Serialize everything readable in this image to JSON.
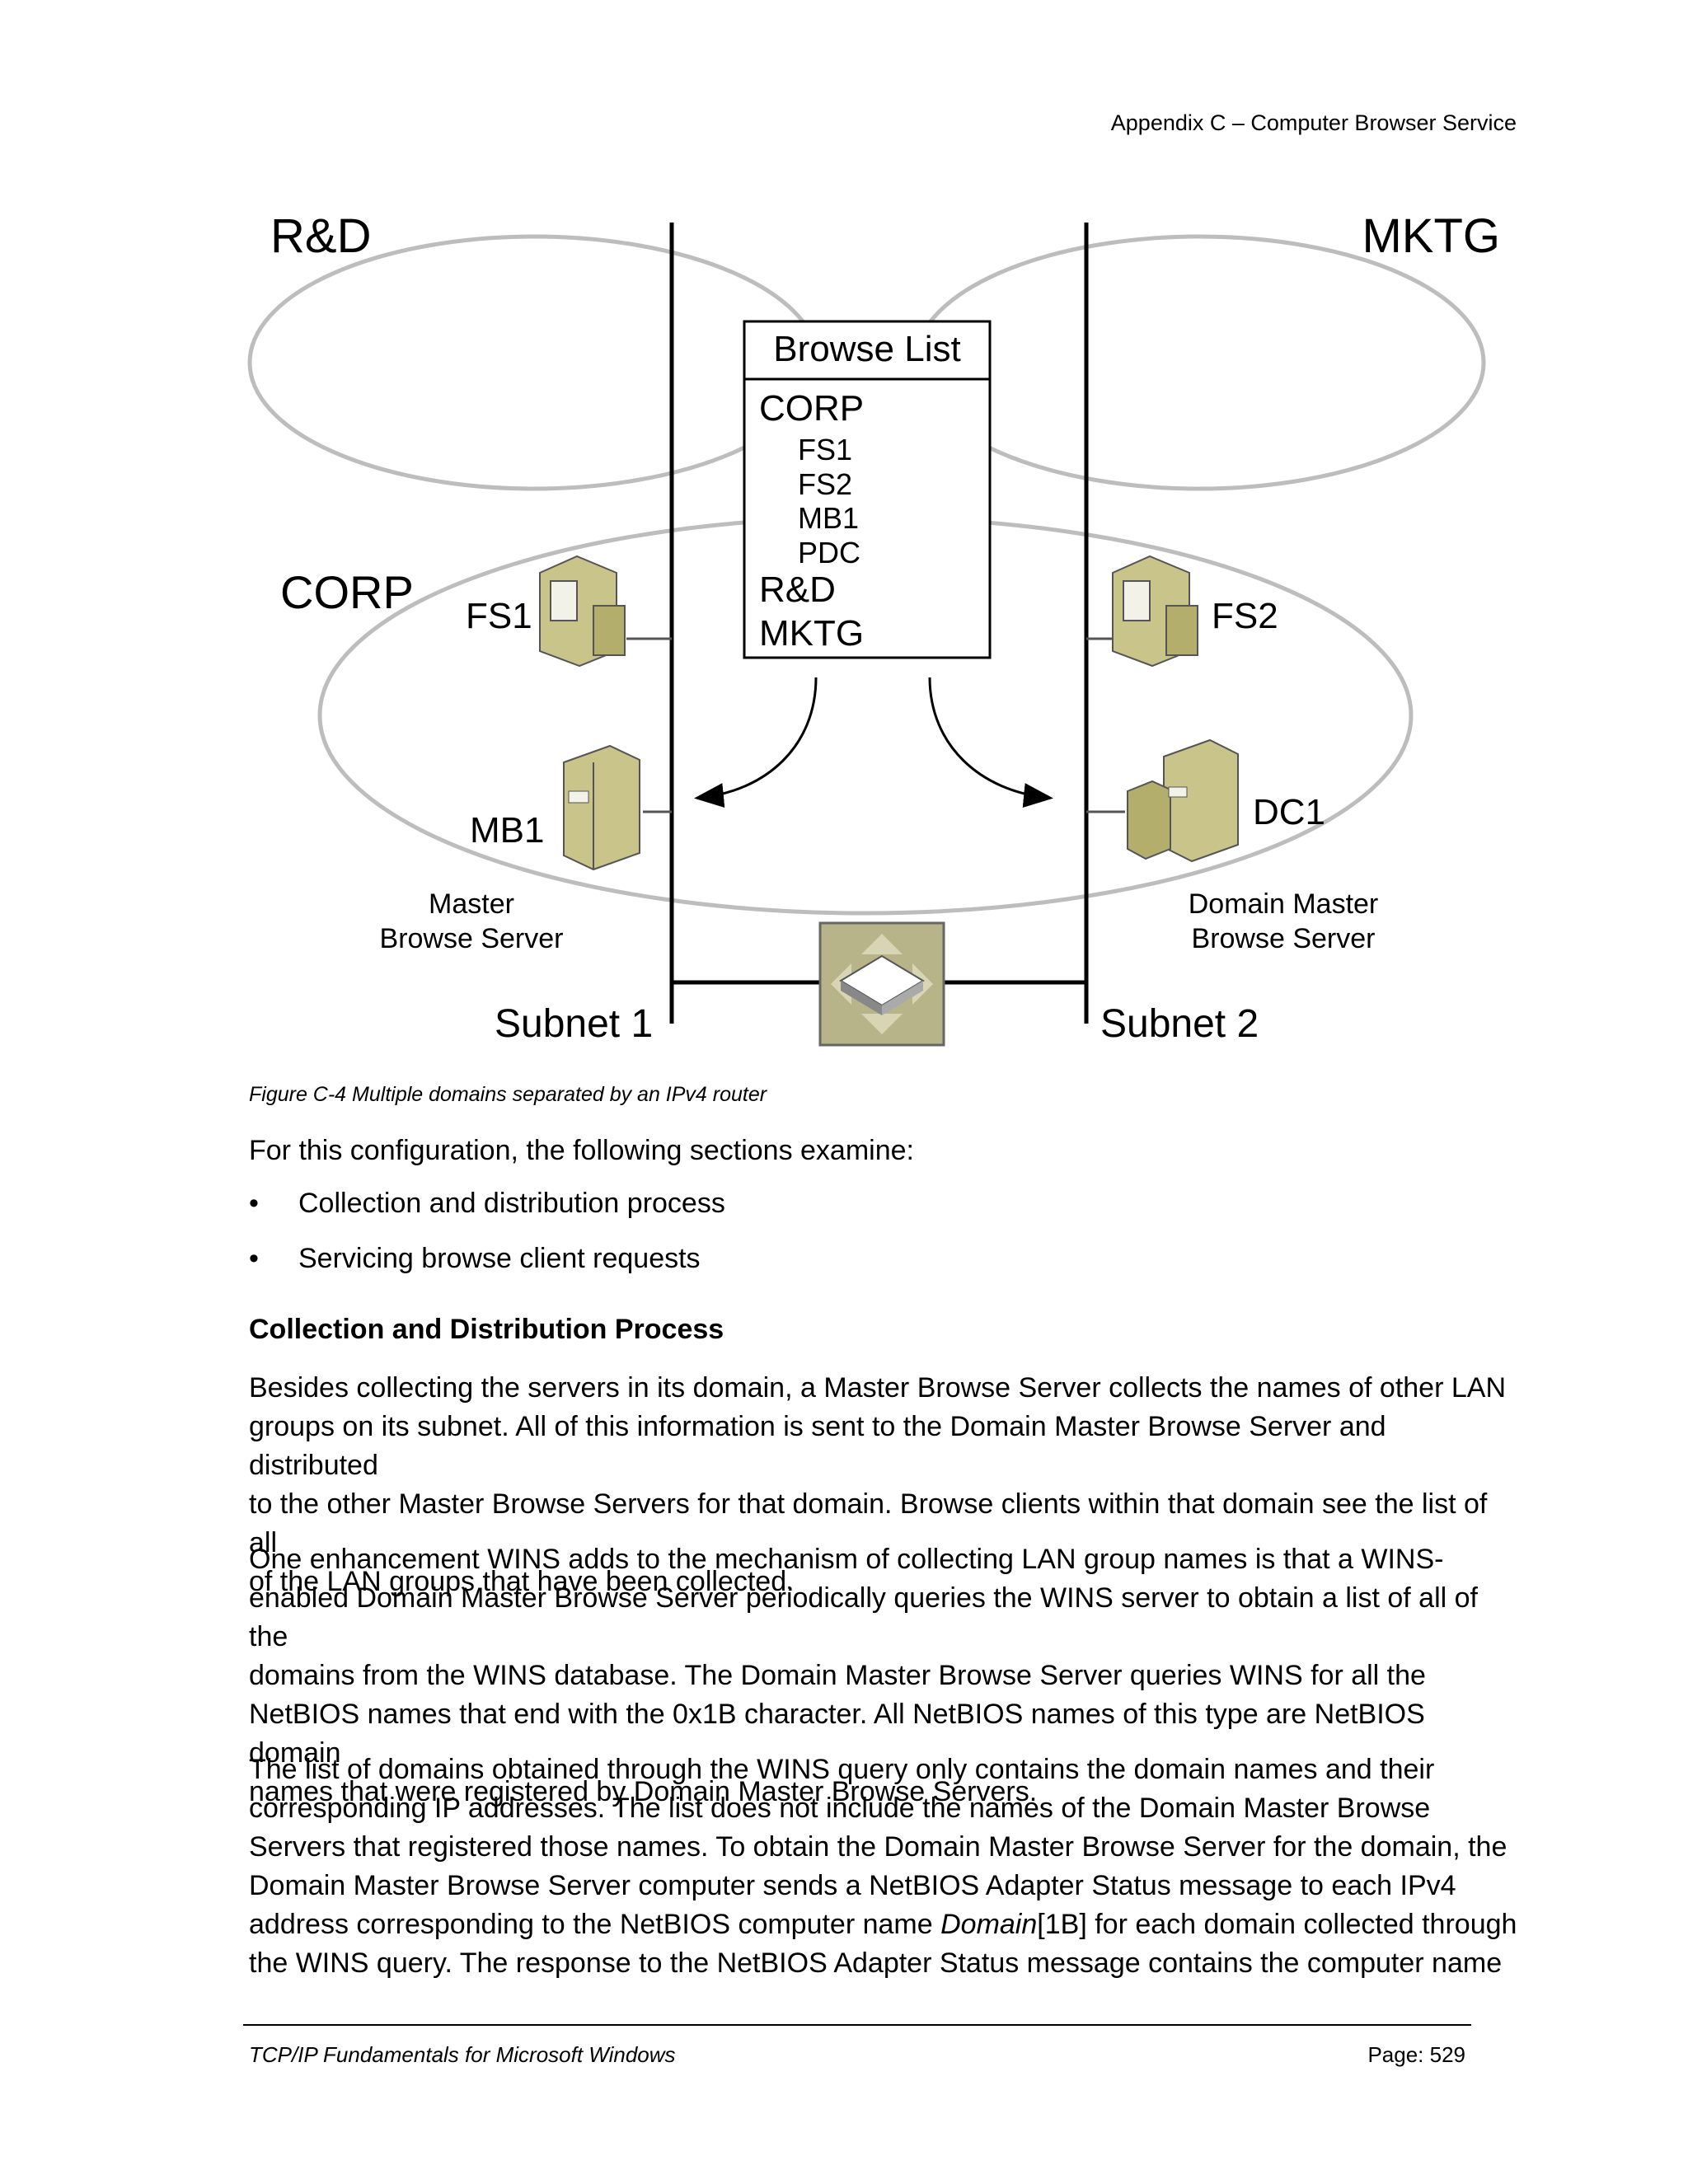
{
  "header": {
    "text": "Appendix C – Computer Browser Service"
  },
  "figure": {
    "domains": {
      "rd": "R&D",
      "mktg": "MKTG",
      "corp": "CORP"
    },
    "browse_list": {
      "title": "Browse List",
      "entries": [
        "CORP",
        "FS1",
        "FS2",
        "MB1",
        "PDC",
        "R&D",
        "MKTG"
      ]
    },
    "nodes": {
      "fs1": "FS1",
      "fs2": "FS2",
      "mb1": "MB1",
      "dc1": "DC1"
    },
    "roles": {
      "master_1": "Master",
      "master_2": "Browse Server",
      "domain_master_1": "Domain Master",
      "domain_master_2": "Browse Server"
    },
    "subnets": {
      "s1": "Subnet 1",
      "s2": "Subnet 2"
    },
    "caption": "Figure C-4  Multiple domains separated by an IPv4 router"
  },
  "body": {
    "intro": "For this configuration, the following sections examine:",
    "bullets": [
      "Collection and distribution process",
      "Servicing browse client requests"
    ],
    "heading": "Collection and Distribution Process",
    "p1": [
      "Besides collecting the servers in its domain, a Master Browse Server collects the names of other LAN",
      "groups on its subnet. All of this information is sent to the Domain Master Browse Server and distributed",
      "to the other Master Browse Servers for that domain. Browse clients within that domain see the list of all",
      "of the LAN groups that have been collected."
    ],
    "p2": [
      "One enhancement WINS adds to the mechanism of collecting LAN group names is that a WINS-",
      "enabled Domain Master Browse Server periodically queries the WINS server to obtain a list of all of the",
      "domains from the WINS database. The Domain Master Browse Server queries WINS for all the",
      "NetBIOS names that end with the 0x1B character. All NetBIOS names of this type are NetBIOS domain",
      "names that were registered by Domain Master Browse Servers."
    ],
    "p3": [
      "The list of domains obtained through the WINS query only contains the domain names and their",
      "corresponding IP addresses. The list does not include the names of the Domain Master Browse",
      "Servers that registered those names. To obtain the Domain Master Browse Server for the domain, the",
      "Domain Master Browse Server computer sends a NetBIOS Adapter Status message to each IPv4"
    ],
    "p3_line5": {
      "before": "address corresponding to the NetBIOS computer name ",
      "italic": "Domain",
      "after": "[1B] for each domain collected through"
    },
    "p3_line6": "the WINS query. The response to the NetBIOS Adapter Status message contains the computer name"
  },
  "footer": {
    "left": "TCP/IP Fundamentals for Microsoft Windows",
    "right": "Page: 529"
  }
}
